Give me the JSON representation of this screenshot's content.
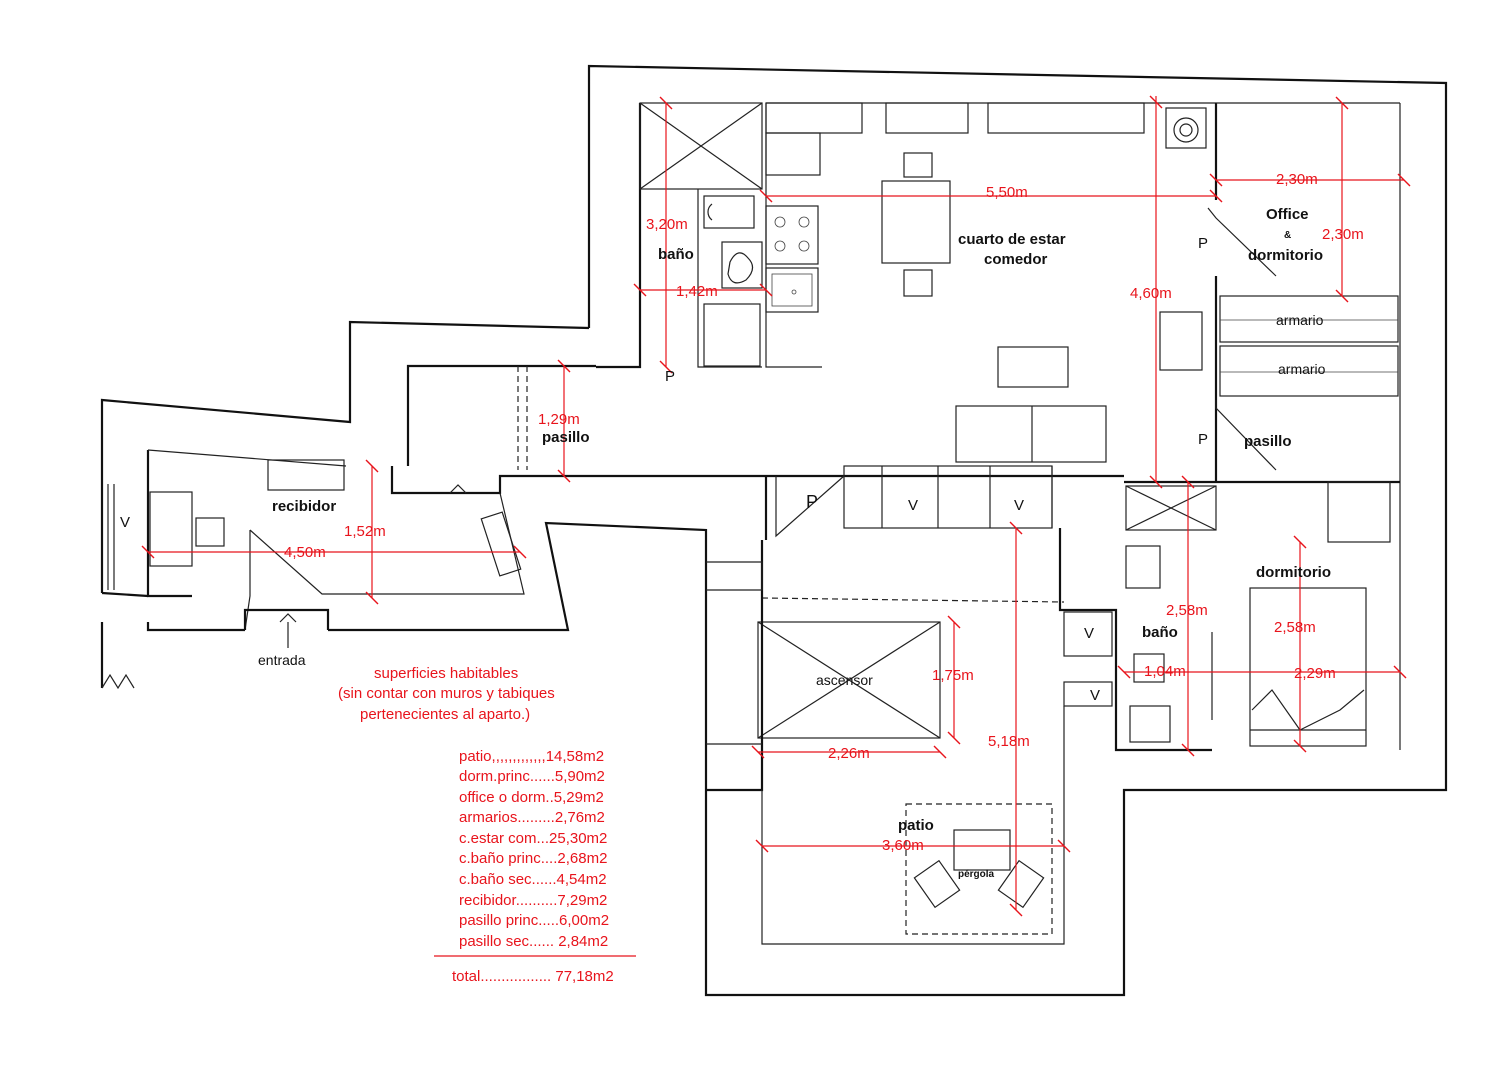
{
  "rooms": {
    "bano_principal": "baño",
    "cuarto_estar_1": "cuarto de estar",
    "cuarto_estar_2": "comedor",
    "office_1": "Office",
    "office_amp": "&",
    "office_2": "dormitorio",
    "armario_1": "armario",
    "armario_2": "armario",
    "pasillo_sec": "pasillo",
    "pasillo_princ": "pasillo",
    "recibidor": "recibidor",
    "entrada": "entrada",
    "dormitorio": "dormitorio",
    "bano_sec": "baño",
    "ascensor": "ascensor",
    "patio": "patio",
    "pergola": "pérgola"
  },
  "symbols": {
    "p1": "P",
    "p2": "P",
    "p3": "P",
    "p4": "P",
    "v1": "V",
    "v2": "V",
    "v3": "V",
    "v4": "V",
    "v5": "V"
  },
  "dimensions": {
    "bano_height": "3,20m",
    "bano_width": "1,42m",
    "estar_width": "5,50m",
    "estar_height": "4,60m",
    "office_width": "2,30m",
    "office_height": "2,30m",
    "pasillo_width": "1,29m",
    "recibidor_height": "1,52m",
    "recibidor_width": "4,50m",
    "dorm_height_outer": "2,58m",
    "dorm_height": "2,58m",
    "dorm_width": "2,29m",
    "bano_sec_width": "1,04m",
    "ascensor_height": "1,75m",
    "ascensor_width": "2,26m",
    "patio_length": "5,18m",
    "patio_width": "3,60m"
  },
  "notes": {
    "line1": "superficies habitables",
    "line2": "(sin contar con muros y tabiques",
    "line3": "pertenecientes al aparto.)"
  },
  "areas": [
    "patio,,,,,,,,,,,,,14,58m2",
    "dorm.princ......5,90m2",
    "office o dorm..5,29m2",
    "armarios.........2,76m2",
    "c.estar com...25,30m2",
    "c.baño princ....2,68m2",
    "c.baño sec......4,54m2",
    "recibidor..........7,29m2",
    "pasillo princ.....6,00m2",
    "pasillo sec...... 2,84m2"
  ],
  "total": "total................. 77,18m2",
  "colors": {
    "walls": "#111111",
    "dimensions": "#e8141c"
  }
}
